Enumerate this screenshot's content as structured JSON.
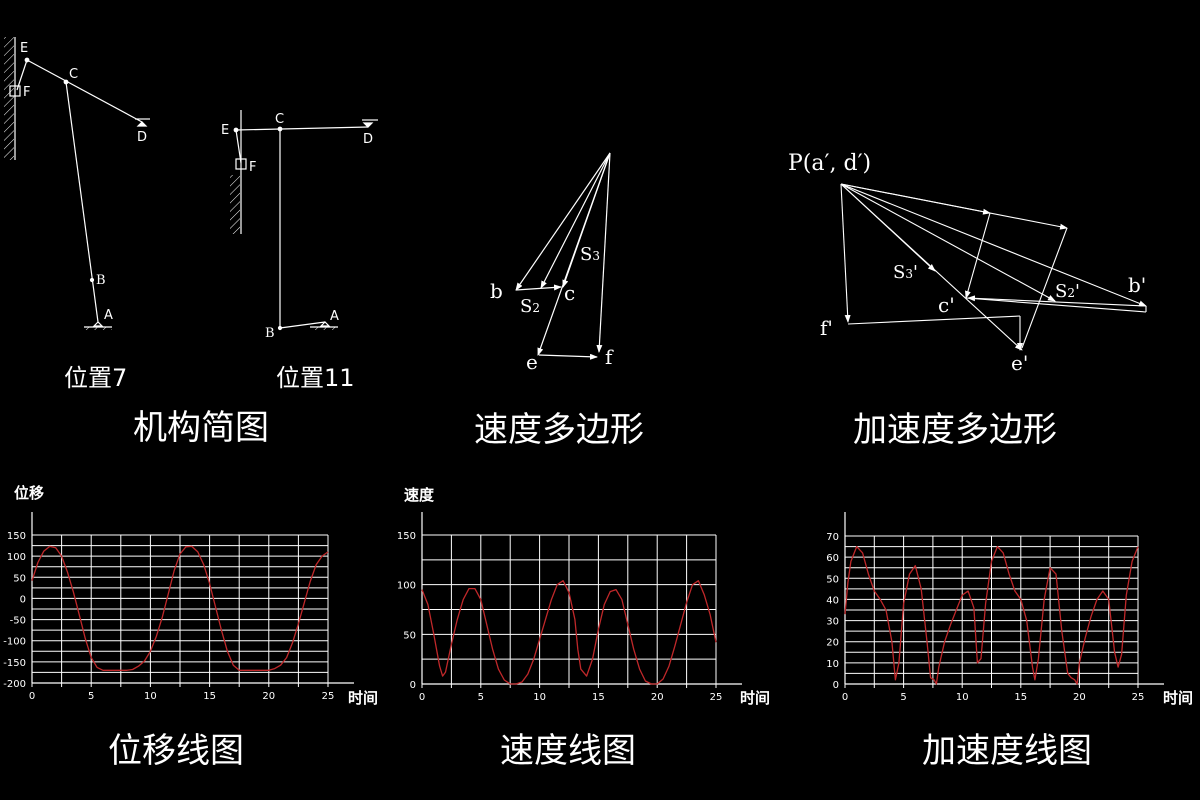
{
  "mechanism": {
    "caption": "机构简图",
    "position7": {
      "label": "位置7",
      "points": {
        "E": [
          27,
          60
        ],
        "C": [
          66,
          82
        ],
        "D": [
          142,
          122
        ],
        "F": [
          15,
          92
        ],
        "B": [
          92,
          280
        ],
        "A": [
          98,
          322
        ]
      },
      "point_labels": [
        "E",
        "F",
        "C",
        "D",
        "B",
        "A"
      ]
    },
    "position11": {
      "label": "位置11",
      "points": {
        "E": [
          236,
          130
        ],
        "C": [
          280,
          129
        ],
        "D": [
          368,
          127
        ],
        "F": [
          241,
          163
        ],
        "B": [
          280,
          328
        ],
        "A": [
          325,
          322
        ]
      },
      "point_labels": [
        "E",
        "F",
        "C",
        "D",
        "B",
        "A"
      ]
    }
  },
  "velocity_polygon": {
    "caption": "速度多边形",
    "pole": [
      610,
      153
    ],
    "labels": {
      "b": "b",
      "c": "c",
      "e": "e",
      "f": "f",
      "s2": "S",
      "s2_sub": "2",
      "s3": "S",
      "s3_sub": "3"
    }
  },
  "acceleration_polygon": {
    "caption": "加速度多边形",
    "pole_label": "P(a′, d′)",
    "labels": {
      "b": "b'",
      "c": "c'",
      "e": "e'",
      "f": "f'",
      "s2": "S",
      "s2_sub": "2",
      "s2_prime": "'",
      "s3": "S",
      "s3_sub": "3",
      "s3_prime": "'"
    }
  },
  "x_axis_label": "时间",
  "chart_data": [
    {
      "type": "line",
      "title": "位移线图",
      "ylabel": "位移",
      "xlabel": "时间",
      "xlim": [
        0,
        25
      ],
      "ylim": [
        -200,
        150
      ],
      "xticks": [
        0,
        5,
        10,
        15,
        20,
        25
      ],
      "yticks": [
        150,
        100,
        50,
        0,
        -50,
        -100,
        -150,
        -200
      ],
      "grid": true,
      "line_color": "#c0282a",
      "x": [
        0,
        0.5,
        1,
        1.5,
        2,
        2.5,
        3,
        3.5,
        4,
        4.5,
        5,
        5.5,
        6,
        6.5,
        7,
        7.5,
        8,
        8.5,
        9,
        9.5,
        10,
        10.5,
        11,
        11.5,
        12,
        12.5,
        13,
        13.5,
        14,
        14.5,
        15,
        15.5,
        16,
        16.5,
        17,
        17.5,
        18,
        18.5,
        19,
        19.5,
        20,
        20.5,
        21,
        21.5,
        22,
        22.5,
        23,
        23.5,
        24,
        24.5,
        25
      ],
      "values": [
        42,
        85,
        112,
        123,
        120,
        100,
        62,
        15,
        -40,
        -95,
        -140,
        -163,
        -170,
        -170,
        -170,
        -170,
        -170,
        -168,
        -160,
        -148,
        -125,
        -90,
        -45,
        10,
        65,
        105,
        122,
        123,
        110,
        80,
        35,
        -20,
        -75,
        -125,
        -158,
        -170,
        -170,
        -170,
        -170,
        -170,
        -170,
        -166,
        -158,
        -140,
        -105,
        -60,
        -10,
        40,
        80,
        100,
        110
      ]
    },
    {
      "type": "line",
      "title": "速度线图",
      "ylabel": "速度",
      "xlabel": "时间",
      "xlim": [
        0,
        25
      ],
      "ylim": [
        0,
        150
      ],
      "xticks": [
        0,
        5,
        10,
        15,
        20,
        25
      ],
      "yticks": [
        150,
        100,
        50,
        0
      ],
      "grid": true,
      "line_color": "#c0282a",
      "x": [
        0,
        0.5,
        1,
        1.5,
        1.75,
        2,
        2.5,
        3,
        3.5,
        4,
        4.5,
        5,
        5.5,
        6,
        6.5,
        7,
        7.5,
        8,
        8.5,
        9,
        9.5,
        10,
        10.5,
        11,
        11.5,
        12,
        12.5,
        13,
        13.25,
        13.5,
        14,
        14.5,
        15,
        15.5,
        16,
        16.5,
        17,
        17.5,
        18,
        18.5,
        19,
        19.5,
        20,
        20.5,
        21,
        21.5,
        22,
        22.5,
        23,
        23.5,
        24,
        24.5,
        25
      ],
      "values": [
        95,
        80,
        50,
        18,
        8,
        12,
        40,
        65,
        85,
        96,
        96,
        85,
        60,
        35,
        15,
        4,
        0,
        0,
        2,
        10,
        25,
        45,
        65,
        85,
        100,
        104,
        92,
        65,
        35,
        15,
        8,
        25,
        55,
        80,
        93,
        95,
        85,
        60,
        35,
        15,
        3,
        0,
        0,
        5,
        18,
        38,
        60,
        82,
        100,
        104,
        90,
        70,
        42
      ]
    },
    {
      "type": "line",
      "title": "加速度线图",
      "ylabel": "",
      "xlabel": "时间",
      "xlim": [
        0,
        25
      ],
      "ylim": [
        0,
        70
      ],
      "xticks": [
        0,
        5,
        10,
        15,
        20,
        25
      ],
      "yticks": [
        70,
        60,
        50,
        40,
        30,
        20,
        10,
        0
      ],
      "grid": true,
      "line_color": "#c0282a",
      "x": [
        0,
        0.25,
        0.5,
        1,
        1.5,
        2,
        2.5,
        3,
        3.5,
        4,
        4.3,
        4.6,
        5,
        5.5,
        6,
        6.5,
        7,
        7.3,
        7.6,
        7.8,
        8,
        8.5,
        9,
        9.5,
        10,
        10.5,
        11,
        11.3,
        11.6,
        12,
        12.5,
        13,
        13.5,
        14,
        14.5,
        15,
        15.5,
        16,
        16.2,
        16.5,
        17,
        17.5,
        18,
        18.5,
        19,
        19.3,
        19.6,
        19.8,
        20,
        20.5,
        21,
        21.5,
        22,
        22.5,
        23,
        23.3,
        23.6,
        24,
        24.5,
        25
      ],
      "values": [
        33,
        48,
        58,
        65,
        62,
        52,
        44,
        40,
        35,
        20,
        2,
        10,
        38,
        52,
        56,
        45,
        20,
        3,
        2,
        0,
        8,
        20,
        28,
        35,
        42,
        44,
        36,
        10,
        12,
        38,
        58,
        65,
        62,
        52,
        44,
        40,
        30,
        8,
        2,
        12,
        40,
        55,
        52,
        25,
        5,
        3,
        2,
        0,
        10,
        22,
        32,
        40,
        44,
        40,
        15,
        8,
        14,
        42,
        58,
        65
      ]
    }
  ]
}
